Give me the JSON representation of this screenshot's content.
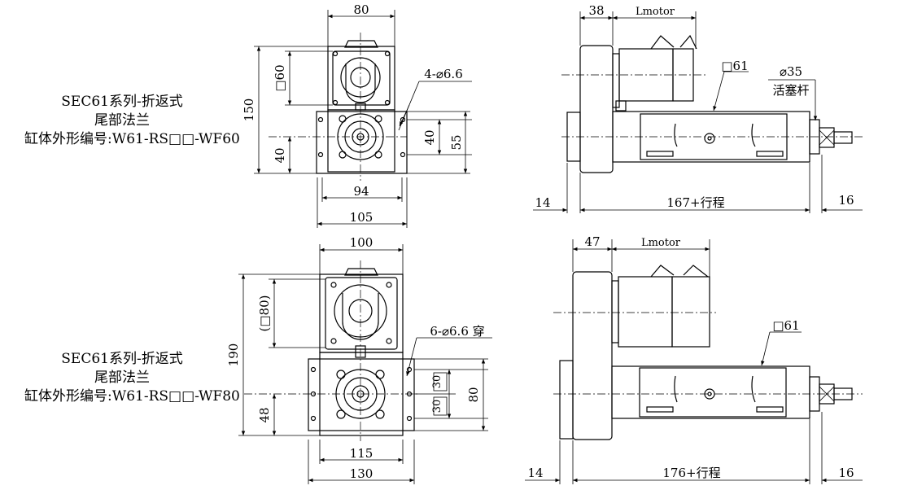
{
  "colors": {
    "line": "#000000",
    "background": "#ffffff"
  },
  "series_labels": [
    {
      "line1": "SEC61系列-折返式",
      "line2": "尾部法兰",
      "line3": "缸体外形编号:W61-RS□□-WF60"
    },
    {
      "line1": "SEC61系列-折返式",
      "line2": "尾部法兰",
      "line3": "缸体外形编号:W61-RS□□-WF80"
    }
  ],
  "wf60": {
    "front": {
      "width_top": "80",
      "height_total": "150",
      "square": "□60",
      "bottom_height": "40",
      "holes": "4-⌀6.6",
      "hole_spacing": "40",
      "flange_height": "55",
      "inner_width": "94",
      "outer_width": "105"
    },
    "side": {
      "flange_thickness": "38",
      "motor_length": "Lmotor",
      "tube_square": "□61",
      "rod_dia": "⌀35",
      "rod_label": "活塞杆",
      "tail": "14",
      "body_length": "167+行程",
      "rod_end": "16"
    }
  },
  "wf80": {
    "front": {
      "width_top": "100",
      "height_total": "190",
      "square": "(□80)",
      "bottom_height": "48",
      "holes": "6-⌀6.6 穿",
      "hole_spacing_a": "30",
      "hole_spacing_b": "30",
      "flange_height": "80",
      "inner_width": "115",
      "outer_width": "130"
    },
    "side": {
      "flange_thickness": "47",
      "motor_length": "Lmotor",
      "tube_square": "□61",
      "tail": "14",
      "body_length": "176+行程",
      "rod_end": "16"
    }
  }
}
